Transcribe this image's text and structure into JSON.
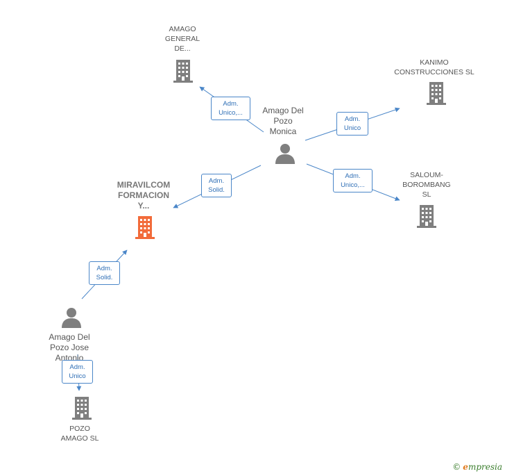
{
  "nodes": {
    "amago_general": {
      "label": "AMAGO\nGENERAL\nDE..."
    },
    "kanimo": {
      "label": "KANIMO\nCONSTRUCCIONES SL"
    },
    "monica": {
      "label": "Amago Del\nPozo\nMonica"
    },
    "miravilcom": {
      "label": "MIRAVILCOM\nFORMACION\nY..."
    },
    "saloum": {
      "label": "SALOUM-\nBOROMBANG\nSL"
    },
    "jose_antonio": {
      "label": "Amago Del\nPozo Jose\nAntonio"
    },
    "pozo_amago": {
      "label": "POZO\nAMAGO SL"
    }
  },
  "edges": {
    "monica_amago_general": {
      "label": "Adm.\nUnico,..."
    },
    "monica_kanimo": {
      "label": "Adm.\nUnico"
    },
    "monica_miravilcom": {
      "label": "Adm.\nSolid."
    },
    "monica_saloum": {
      "label": "Adm.\nUnico,..."
    },
    "jose_miravilcom": {
      "label": "Adm.\nSolid."
    },
    "jose_pozo": {
      "label": "Adm.\nUnico"
    }
  },
  "colors": {
    "edge": "#4a86c8",
    "building": "#7f7f7f",
    "building_focus": "#f26b3a",
    "person": "#7f7f7f"
  },
  "footer": {
    "copyright": "©",
    "brand_e": "e",
    "brand_rest": "mpresia"
  }
}
